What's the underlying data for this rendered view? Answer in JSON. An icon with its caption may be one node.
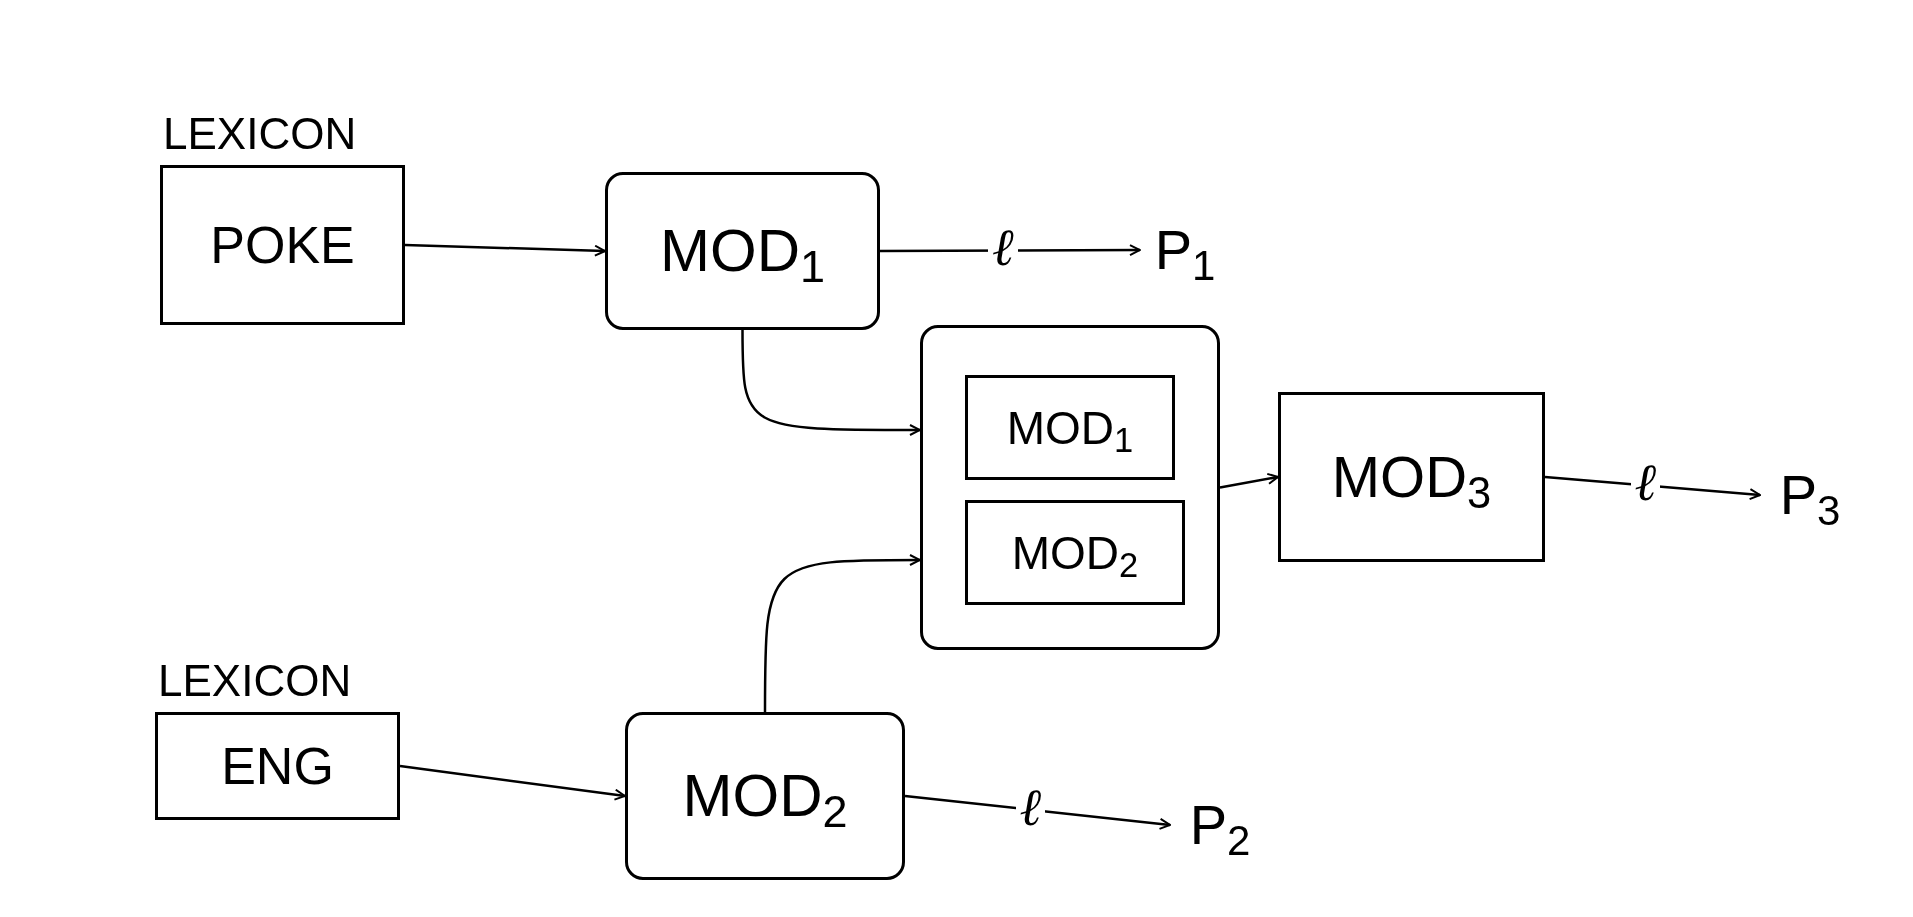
{
  "diagram": {
    "nodes": [
      {
        "text": [
          "LEXICON",
          "POKE"
        ]
      },
      {
        "text": [
          "MOD$_{1}$"
        ]
      },
      {
        "text": [
          "P$_{1}$"
        ]
      },
      {
        "text": [],
        "shape": "box"
      },
      {
        "text": [
          "MOD$_{1}$"
        ],
        "in": 3
      },
      {
        "text": [
          "MOD$_{2}$"
        ],
        "in": 3
      },
      {
        "text": [
          "MOD$_{3}$"
        ]
      },
      {
        "text": [
          "P$_{3}$"
        ]
      },
      {
        "text": [
          "LEXICON",
          "ENG"
        ]
      },
      {
        "text": [
          "MOD$_{2}$"
        ]
      },
      {
        "text": [
          "P$_{2}$"
        ]
      }
    ],
    "edges": [
      {
        "from": 0,
        "to": 1,
        "arrow": "to"
      },
      {
        "from": 1,
        "to": 2,
        "arrow": "to",
        "label": "ℓ"
      },
      {
        "from": 1,
        "to": 3,
        "arrow": "to"
      },
      {
        "from": 9,
        "to": 3,
        "arrow": "to"
      },
      {
        "from": 3,
        "to": 6,
        "arrow": "to"
      },
      {
        "from": 6,
        "to": 7,
        "arrow": "to",
        "label": "ℓ"
      },
      {
        "from": 8,
        "to": 9,
        "arrow": "to"
      },
      {
        "from": 9,
        "to": 10,
        "arrow": "to",
        "label": "ℓ"
      }
    ]
  }
}
